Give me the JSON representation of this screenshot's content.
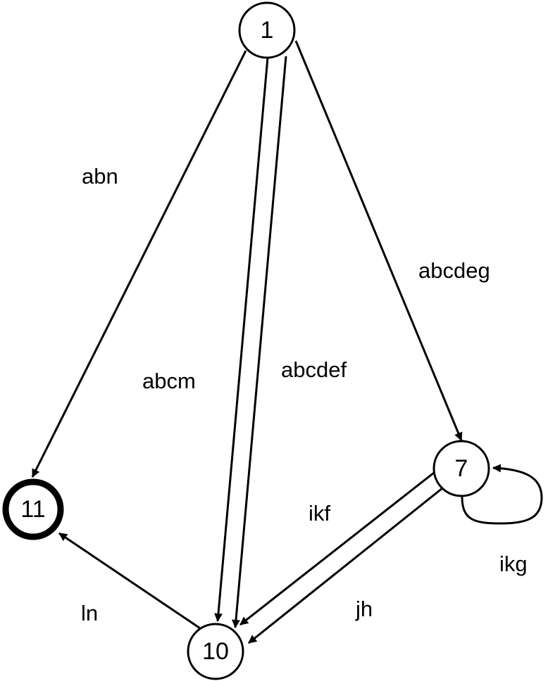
{
  "diagram": {
    "nodes": [
      {
        "id": "n1",
        "label": "1",
        "accepting": false
      },
      {
        "id": "n7",
        "label": "7",
        "accepting": false
      },
      {
        "id": "n10",
        "label": "10",
        "accepting": false
      },
      {
        "id": "n11",
        "label": "11",
        "accepting": true
      }
    ],
    "edges": [
      {
        "id": "e-1-11",
        "from": "1",
        "to": "11",
        "label": "abn"
      },
      {
        "id": "e-1-10-a",
        "from": "1",
        "to": "10",
        "label": "abcm"
      },
      {
        "id": "e-1-10-b",
        "from": "1",
        "to": "10",
        "label": "abcdef"
      },
      {
        "id": "e-1-7",
        "from": "1",
        "to": "7",
        "label": "abcdeg"
      },
      {
        "id": "e-7-10-a",
        "from": "7",
        "to": "10",
        "label": "ikf"
      },
      {
        "id": "e-7-10-b",
        "from": "7",
        "to": "10",
        "label": "jh"
      },
      {
        "id": "e-7-7",
        "from": "7",
        "to": "7",
        "label": "ikg"
      },
      {
        "id": "e-10-11",
        "from": "10",
        "to": "11",
        "label": "ln"
      }
    ],
    "style": {
      "stroke": "#000000",
      "fill": "#ffffff"
    }
  }
}
